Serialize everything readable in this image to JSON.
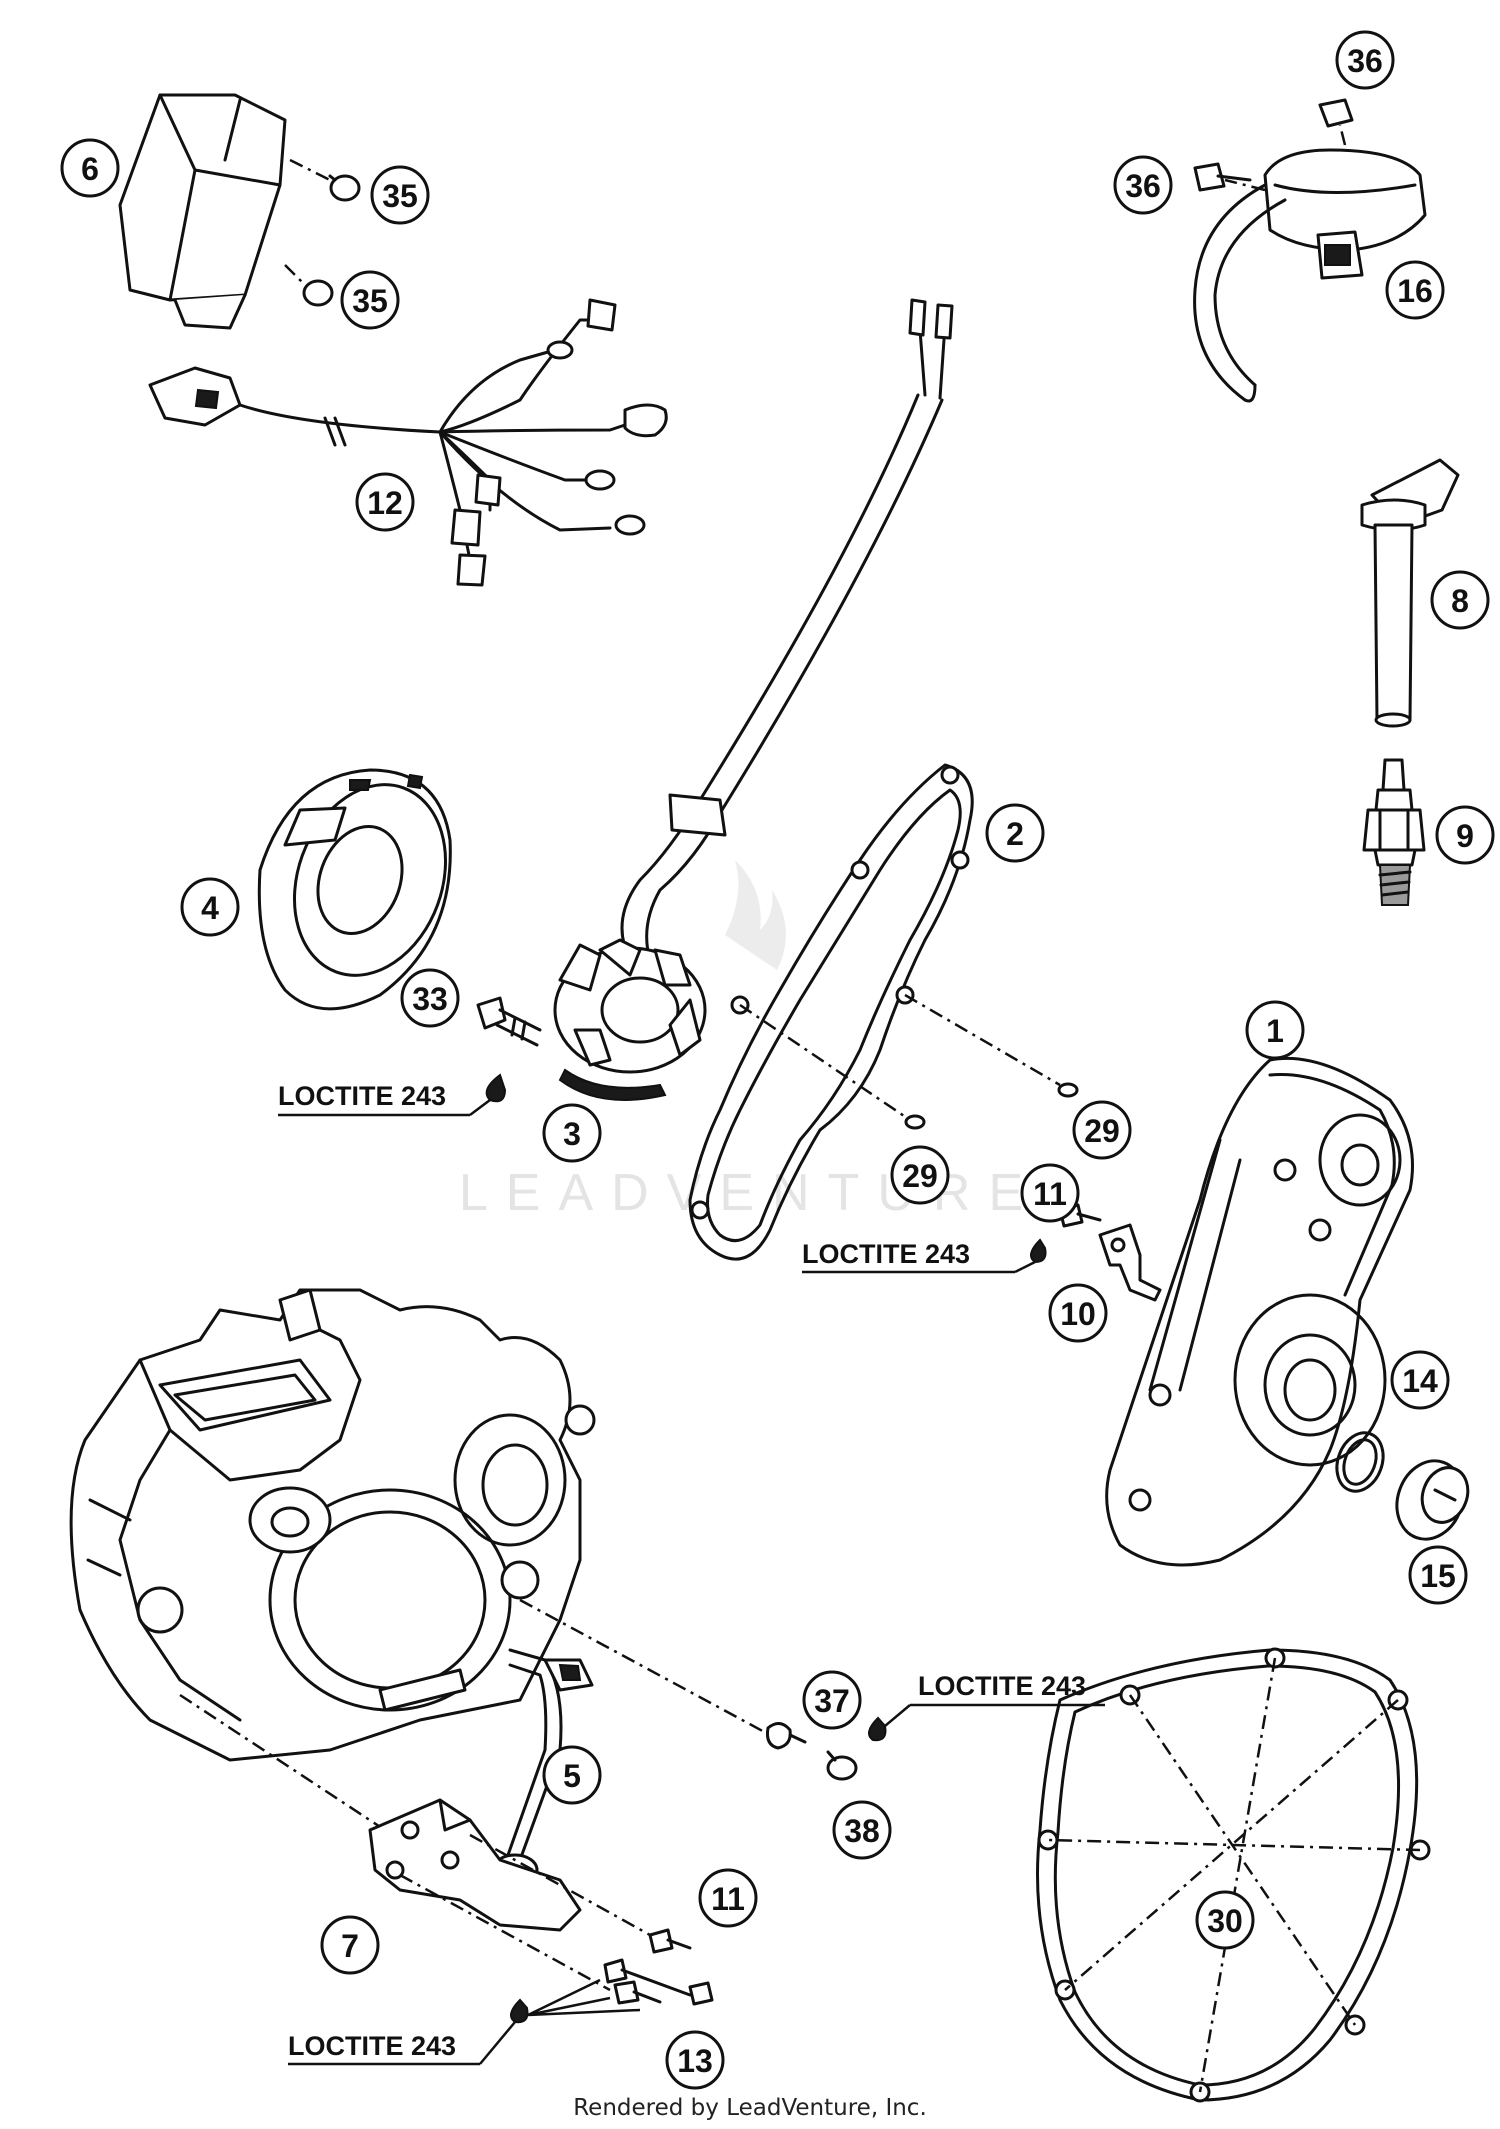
{
  "watermark": "LEADVENTURE",
  "footer": "Rendered by LeadVenture, Inc.",
  "notes": {
    "loctite_33": "LOCTITE 243",
    "loctite_11": "LOCTITE 243",
    "loctite_38": "LOCTITE 243",
    "loctite_13": "LOCTITE 243"
  },
  "callouts": {
    "c1": "1",
    "c2": "2",
    "c3": "3",
    "c4": "4",
    "c5": "5",
    "c6": "6",
    "c7": "7",
    "c8": "8",
    "c9": "9",
    "c10": "10",
    "c11a": "11",
    "c11b": "11",
    "c12": "12",
    "c13": "13",
    "c14": "14",
    "c15": "15",
    "c16": "16",
    "c29a": "29",
    "c29b": "29",
    "c30": "30",
    "c33": "33",
    "c35a": "35",
    "c35b": "35",
    "c36a": "36",
    "c36b": "36",
    "c37": "37",
    "c38": "38"
  }
}
